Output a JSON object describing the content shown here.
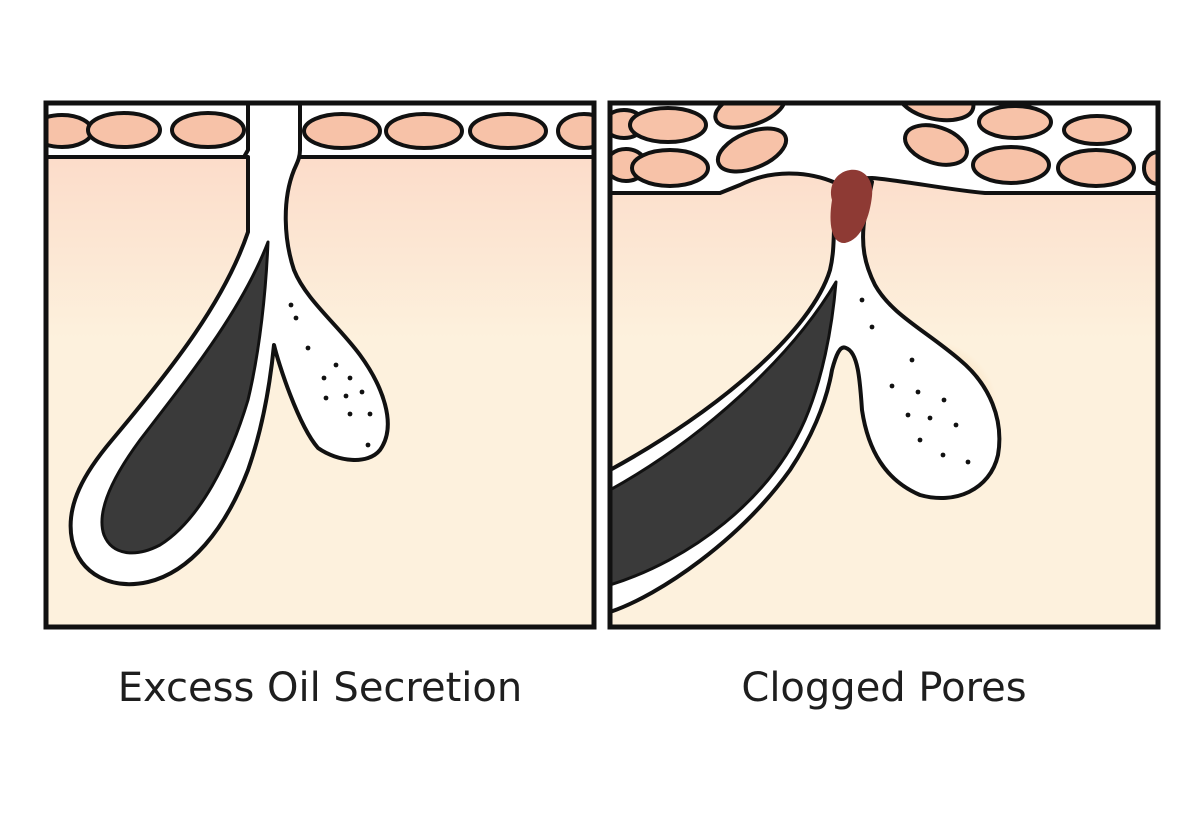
{
  "panels": [
    {
      "id": "excess-oil",
      "caption": "Excess Oil Secretion"
    },
    {
      "id": "clogged-pores",
      "caption": "Clogged Pores"
    }
  ],
  "colors": {
    "outline": "#111111",
    "skin_top": "#fbd6c4",
    "skin_bottom": "#fdf1dd",
    "cell_fill": "#f7c2a8",
    "hair": "#3a3a3a",
    "follicle": "#ffffff",
    "plug": "#8e3a34",
    "oil_glow": "#f3b56a",
    "dot": "#111111"
  }
}
